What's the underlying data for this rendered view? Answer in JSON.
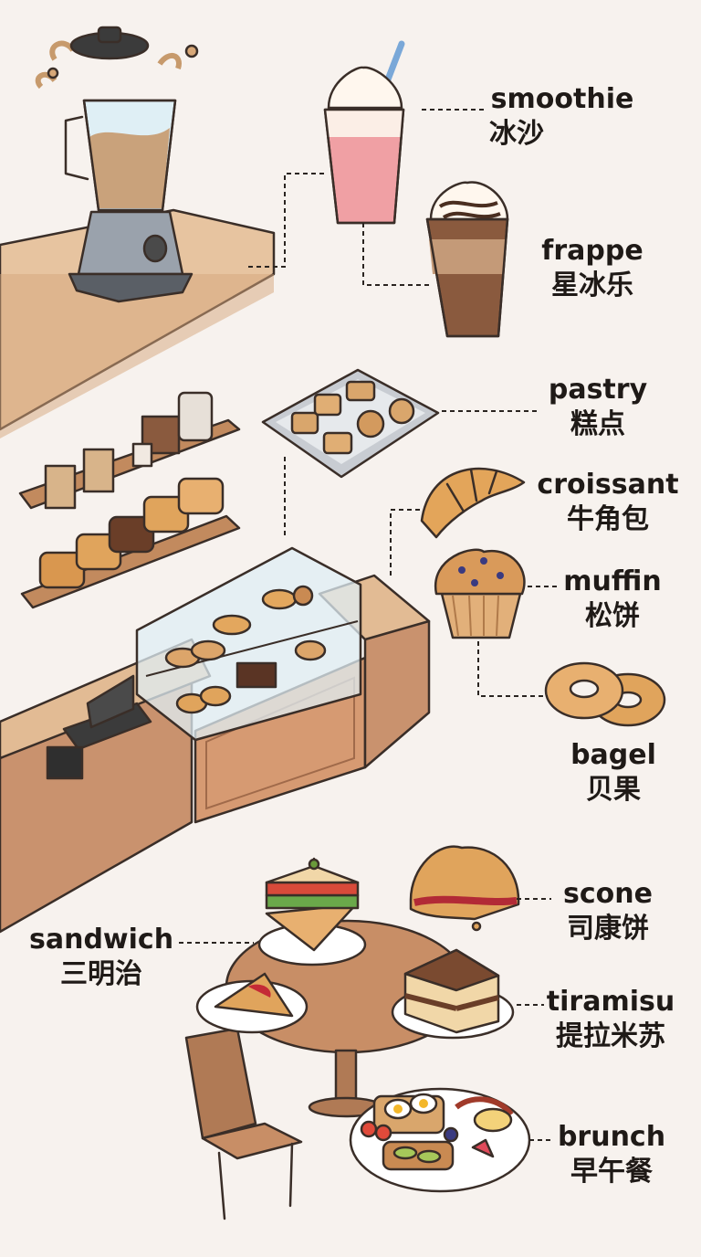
{
  "labels": [
    {
      "id": "smoothie",
      "en": "smoothie",
      "zh": "冰沙"
    },
    {
      "id": "frappe",
      "en": "frappe",
      "zh": "星冰乐"
    },
    {
      "id": "pastry",
      "en": "pastry",
      "zh": "糕点"
    },
    {
      "id": "croissant",
      "en": "croissant",
      "zh": "牛角包"
    },
    {
      "id": "muffin",
      "en": "muffin",
      "zh": "松饼"
    },
    {
      "id": "bagel",
      "en": "bagel",
      "zh": "贝果"
    },
    {
      "id": "scone",
      "en": "scone",
      "zh": "司康饼"
    },
    {
      "id": "sandwich",
      "en": "sandwich",
      "zh": "三明治"
    },
    {
      "id": "tiramisu",
      "en": "tiramisu",
      "zh": "提拉米苏"
    },
    {
      "id": "brunch",
      "en": "brunch",
      "zh": "早午餐"
    }
  ],
  "colors": {
    "background": "#f7f2ee",
    "counter_top": "#e2bb94",
    "counter_front": "#c9926e",
    "wood": "#b07a55",
    "outline": "#3a2e28",
    "smoothie_pink": "#f0a0a4",
    "coffee": "#8a5a3e",
    "glass": "#d8ecf2"
  }
}
